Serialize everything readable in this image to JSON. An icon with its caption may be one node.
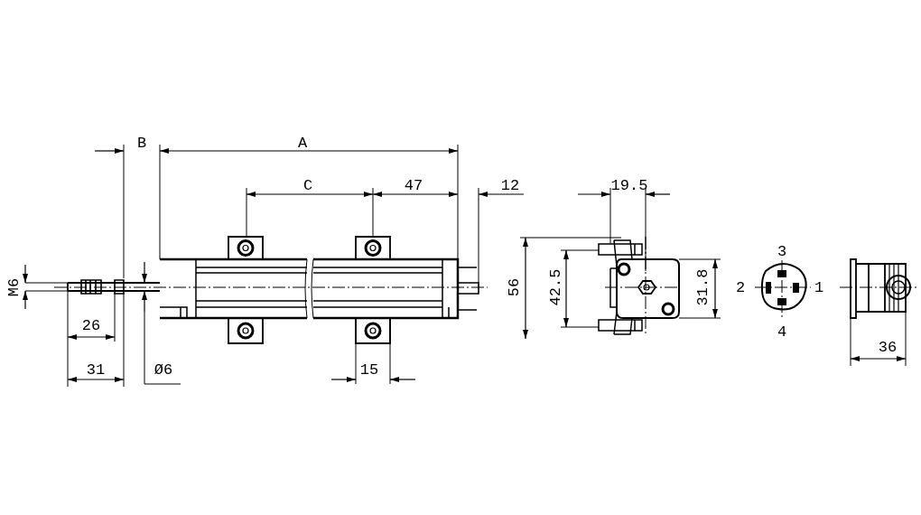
{
  "diagram": {
    "labels": [
      "B",
      "A",
      "C",
      "47",
      "12",
      "19.5",
      "M6",
      "56",
      "42.5",
      "31.8",
      "3",
      "2",
      "1",
      "4",
      "26",
      "36",
      "31",
      "Ø6",
      "15"
    ]
  }
}
